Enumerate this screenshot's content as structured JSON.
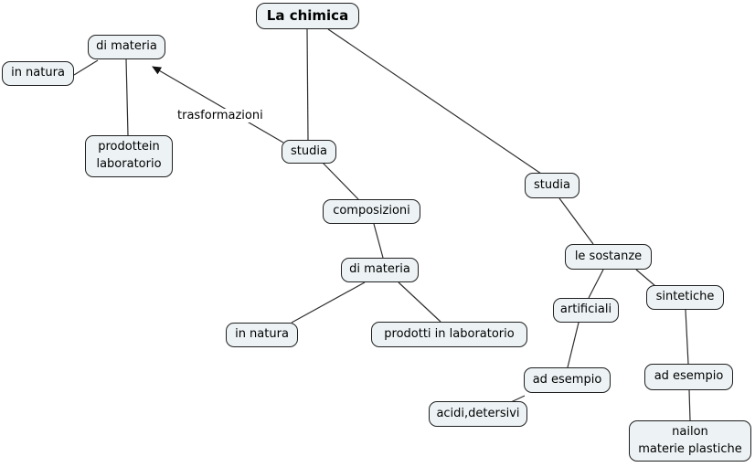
{
  "diagram": {
    "colors": {
      "background": "#ffffff",
      "node_fill": "#edf3f5",
      "node_border": "#1f1f1f",
      "line": "#2e2e2e"
    },
    "root": {
      "label": "La chimica"
    },
    "nodes": {
      "di_materia_top": "di materia",
      "in_natura_top": "in natura",
      "prodottein_laboratorio": "prodottein\nlaboratorio",
      "studia_left": "studia",
      "composizioni": "composizioni",
      "di_materia_mid": "di materia",
      "in_natura_bottom": "in natura",
      "prodotti_in_laboratorio": "prodotti in laboratorio",
      "studia_right": "studia",
      "le_sostanze": "le sostanze",
      "artificiali": "artificiali",
      "sintetiche": "sintetiche",
      "ad_esempio_left": "ad esempio",
      "acidi_detersivi": "acidi,detersivi",
      "ad_esempio_right": "ad esempio",
      "nailon": "nailon\nmaterie plastiche"
    },
    "link_label": "trasformazioni"
  }
}
